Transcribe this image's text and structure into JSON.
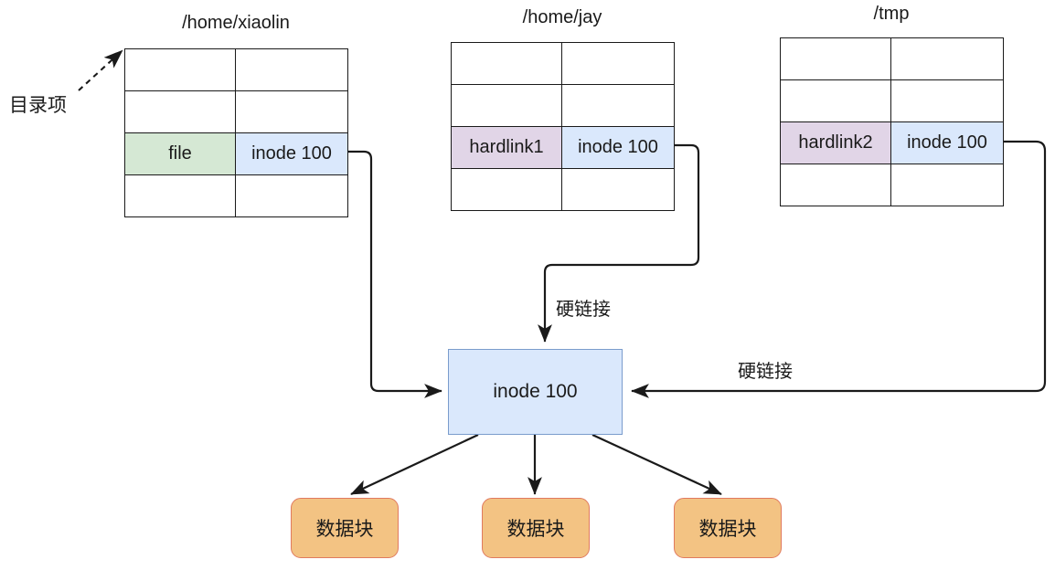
{
  "diagram": {
    "title_hidden": "",
    "annotations": {
      "directory_entry_label": "目录项"
    },
    "tables": [
      {
        "path": "/home/xiaolin",
        "rows": [
          {
            "name": "",
            "inode": ""
          },
          {
            "name": "",
            "inode": ""
          },
          {
            "name": "file",
            "inode": "inode 100",
            "highlight": "green"
          },
          {
            "name": "",
            "inode": ""
          }
        ]
      },
      {
        "path": "/home/jay",
        "rows": [
          {
            "name": "",
            "inode": ""
          },
          {
            "name": "",
            "inode": ""
          },
          {
            "name": "hardlink1",
            "inode": "inode 100",
            "highlight": "purple"
          },
          {
            "name": "",
            "inode": ""
          }
        ]
      },
      {
        "path": "/tmp",
        "rows": [
          {
            "name": "",
            "inode": ""
          },
          {
            "name": "",
            "inode": ""
          },
          {
            "name": "hardlink2",
            "inode": "inode 100",
            "highlight": "purple"
          },
          {
            "name": "",
            "inode": ""
          }
        ]
      }
    ],
    "inode": {
      "label": "inode 100"
    },
    "edge_labels": {
      "middle": "硬链接",
      "right": "硬链接"
    },
    "data_blocks": [
      {
        "label": "数据块"
      },
      {
        "label": "数据块"
      },
      {
        "label": "数据块"
      }
    ],
    "colors": {
      "inode_fill": "#dae8fc",
      "inode_stroke": "#7a9ccc",
      "name_green": "#d5e8d4",
      "name_purple": "#e1d5e7",
      "data_block_fill": "#f3c383",
      "data_block_stroke": "#e07a5f",
      "line": "#1a1a1a"
    }
  }
}
